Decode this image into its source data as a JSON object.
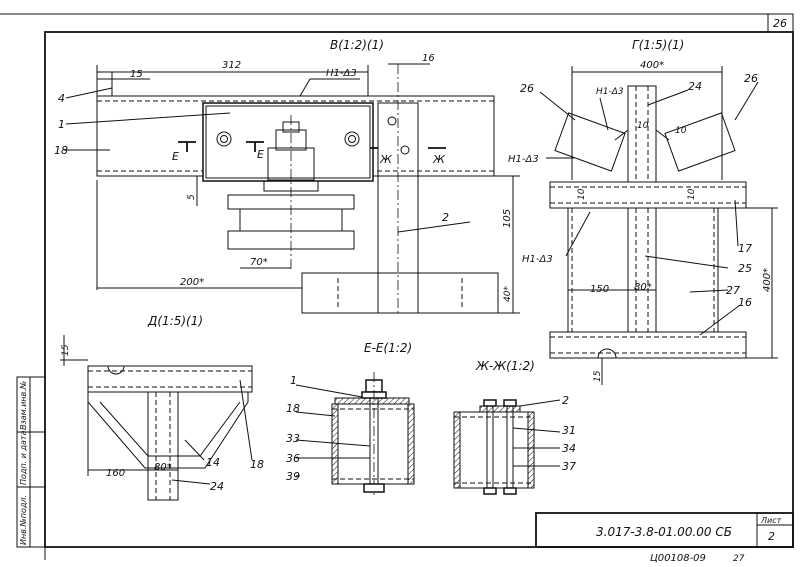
{
  "sheet": {
    "page_corner": "26",
    "sheet_label": "Лист",
    "sheet_number": "2",
    "doc_code": "3.017-3.8-01.00.00 СБ",
    "bottom_code": "Ц00108-09",
    "bottom_page": "27",
    "side_stamp": [
      "Инв.№подл.",
      "Подп. и дата",
      "Взам.инв.№"
    ]
  },
  "views": {
    "v": {
      "title": "В(1:2)(1)",
      "dims": [
        "15",
        "312",
        "16",
        "105",
        "70*",
        "200*",
        "40*",
        "5"
      ],
      "weld_note": "Н1-Δ3",
      "section_e": "Е",
      "section_zh": "Ж",
      "callouts": [
        "4",
        "1",
        "18",
        "2"
      ]
    },
    "g": {
      "title": "Г(1:5)(1)",
      "dims": [
        "400*",
        "10",
        "10",
        "10",
        "10",
        "150",
        "80*",
        "400*",
        "15"
      ],
      "weld_notes": [
        "Н1-Δ3",
        "Н1-Δ3",
        "Н1-Δ3"
      ],
      "callouts": [
        "26",
        "24",
        "26",
        "17",
        "25",
        "27",
        "16"
      ]
    },
    "d": {
      "title": "Д(1:5)(1)",
      "dims": [
        "15",
        "160",
        "80*"
      ],
      "callouts": [
        "14",
        "18",
        "24"
      ]
    },
    "ee": {
      "title": "Е-Е(1:2)",
      "callouts": [
        "1",
        "18",
        "33",
        "36",
        "39"
      ]
    },
    "zhzh": {
      "title": "Ж-Ж(1:2)",
      "callouts": [
        "2",
        "31",
        "34",
        "37"
      ]
    }
  },
  "colors": {
    "ink": "#111111",
    "paper": "#ffffff"
  }
}
